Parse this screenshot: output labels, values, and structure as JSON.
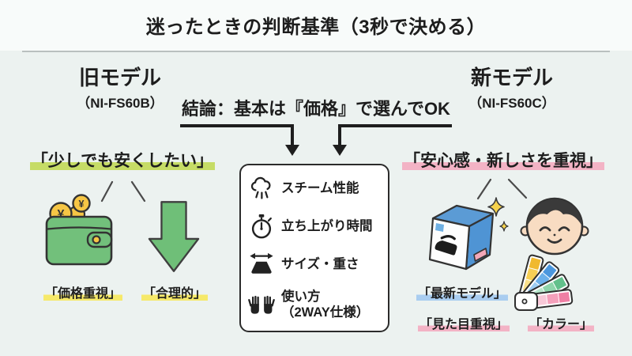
{
  "title": "迷ったときの判断基準（3秒で決める）",
  "conclusion": "結論：基本は『価格』で選んでOK",
  "left": {
    "model": "旧モデル",
    "code": "（NI-FS60B）",
    "motive": "「少しでも安くしたい」",
    "tags": [
      "「価格重視」",
      "「合理的」"
    ]
  },
  "right": {
    "model": "新モデル",
    "code": "（NI-FS60C）",
    "motive": "「安心感・新しさを重視」",
    "tags": [
      "「最新モデル」",
      "「見た目重視」",
      "「カラー」"
    ]
  },
  "criteria": {
    "items": [
      {
        "icon": "steam-icon",
        "line1": "スチーム性能"
      },
      {
        "icon": "stopwatch-icon",
        "line1": "立ち上がり時間"
      },
      {
        "icon": "size-weight-icon",
        "line1": "サイズ・重さ"
      },
      {
        "icon": "hands-icon",
        "line1": "使い方",
        "line2": "（2WAY仕様）"
      }
    ]
  },
  "icons": {
    "coin_symbol": "¥",
    "left": [
      "wallet-coins-icon",
      "down-arrow-icon"
    ],
    "right": [
      "new-model-box-icon",
      "smiling-face-icon",
      "color-swatches-icon"
    ]
  },
  "colors": {
    "background": "#ecf2f0",
    "text": "#1d1d1d",
    "highlight_green": "#c6dc66",
    "highlight_yellow": "#f6e96a",
    "highlight_pink": "#f3b3c5",
    "highlight_blue": "#a9cdf0",
    "wallet_green": "#72c07b",
    "arrow_green": "#6fbf78",
    "coin_yellow": "#f6c645",
    "box_blue": "#5b9bd5",
    "label_pink": "#f2a7b8",
    "skin": "#f8dcc2",
    "sparkle_yellow": "#f7d34c"
  }
}
